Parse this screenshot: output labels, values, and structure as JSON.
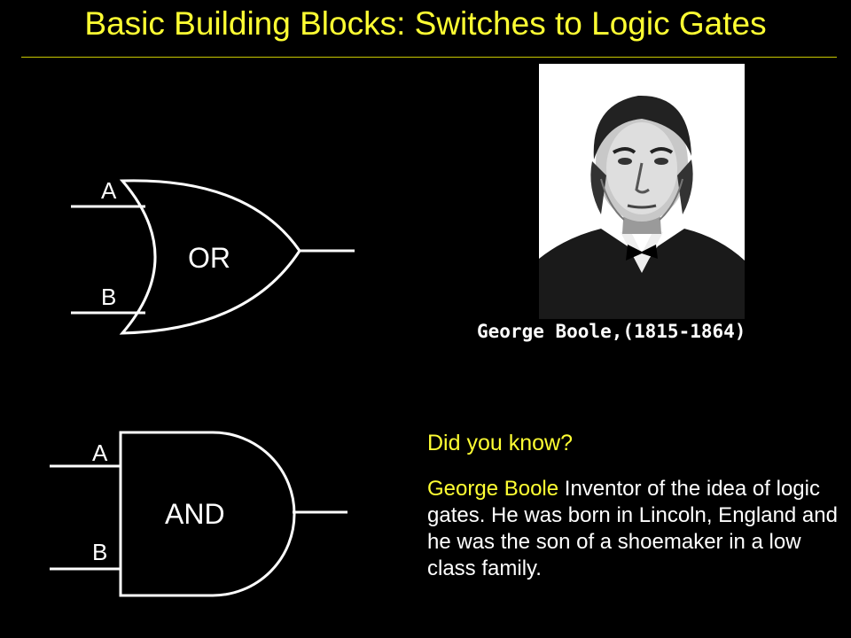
{
  "slide": {
    "title": "Basic Building Blocks: Switches to Logic Gates"
  },
  "or_gate": {
    "label": "OR",
    "input_a": "A",
    "input_b": "B"
  },
  "and_gate": {
    "label": "AND",
    "input_a": "A",
    "input_b": "B"
  },
  "portrait": {
    "caption": "George Boole,(1815-1864)"
  },
  "fact_box": {
    "heading": "Did you know?",
    "name": "George Boole",
    "text": " Inventor of the idea of logic gates. He was born in Lincoln, England and he was the son of a shoemaker in a low class family."
  },
  "colors": {
    "background": "#000000",
    "title": "#ffff33",
    "text": "#ffffff"
  }
}
